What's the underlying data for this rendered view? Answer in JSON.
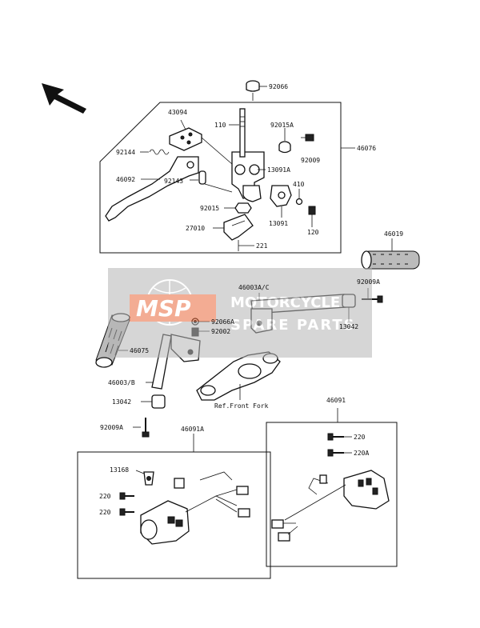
{
  "watermark": {
    "logo": "MSP",
    "line1": "MOTORCYCLE",
    "line2": "SPARE PARTS",
    "color": "#ea6a3c"
  },
  "labels": {
    "p92066": "92066",
    "p43094": "43094",
    "p110": "110",
    "p92015A": "92015A",
    "p92144": "92144",
    "p92009": "92009",
    "p46076": "46076",
    "p13091A": "13091A",
    "p46092": "46092",
    "p92143": "92143",
    "p410": "410",
    "p92015": "92015",
    "p13091": "13091",
    "p27010": "27010",
    "p120": "120",
    "p221": "221",
    "p46019": "46019",
    "p46003AC": "46003A/C",
    "p92009A_top": "92009A",
    "p92066A": "92066A",
    "p92002": "92002",
    "p13042_right": "13042",
    "p46075": "46075",
    "p46003B": "46003/B",
    "p13042_left": "13042",
    "pFrontFork": "Ref.Front Fork",
    "p92009A_bottom": "92009A",
    "p46091": "46091",
    "p46091A": "46091A",
    "p220_r1": "220",
    "p220A": "220A",
    "p13168": "13168",
    "p220_l1": "220",
    "p220_l2": "220"
  }
}
